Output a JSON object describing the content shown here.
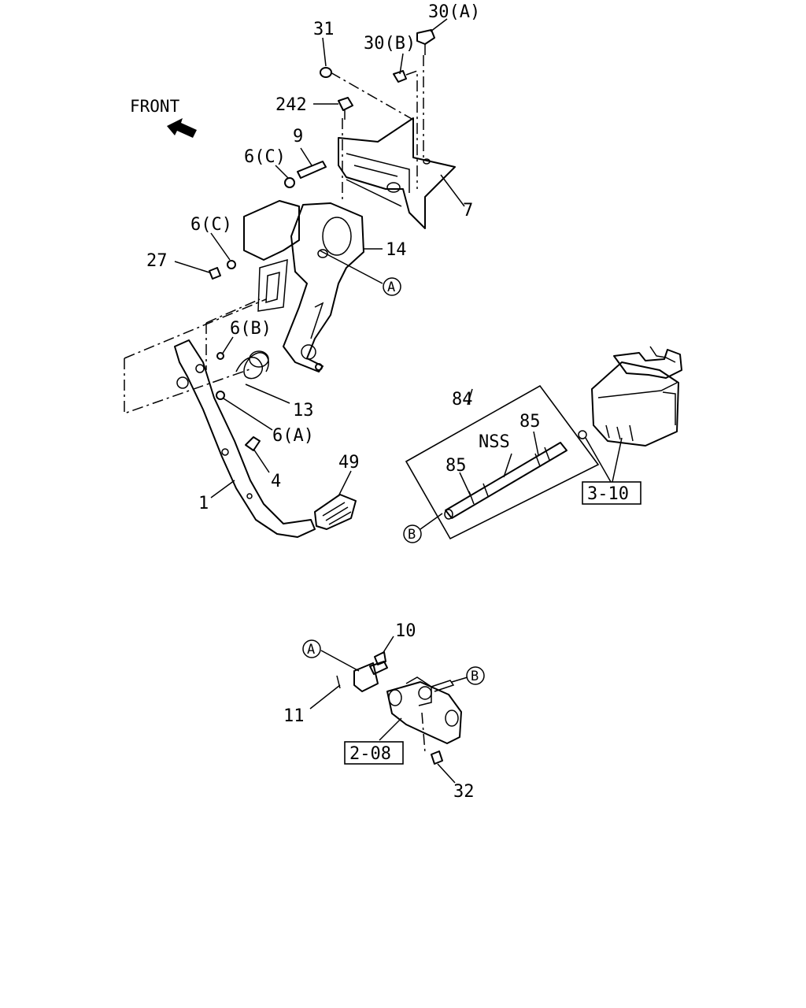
{
  "diagram": {
    "direction_label": "FRONT",
    "callouts": {
      "c31": "31",
      "c30a": "30(A)",
      "c30b": "30(B)",
      "c242": "242",
      "c9": "9",
      "c6c_upper": "6(C)",
      "c6c_lower": "6(C)",
      "c7": "7",
      "c27": "27",
      "c14": "14",
      "c6b": "6(B)",
      "c13": "13",
      "c6a": "6(A)",
      "c4": "4",
      "c1": "1",
      "c49": "49",
      "c84": "84",
      "c85_upper": "85",
      "c85_lower": "85",
      "cNSS": "NSS",
      "c10": "10",
      "c11": "11",
      "c32": "32"
    },
    "markers": {
      "a_upper": "A",
      "a_lower": "A",
      "b_upper": "B",
      "b_lower": "B"
    },
    "refs": {
      "r3_10": "3-10",
      "r2_08": "2-08"
    }
  }
}
